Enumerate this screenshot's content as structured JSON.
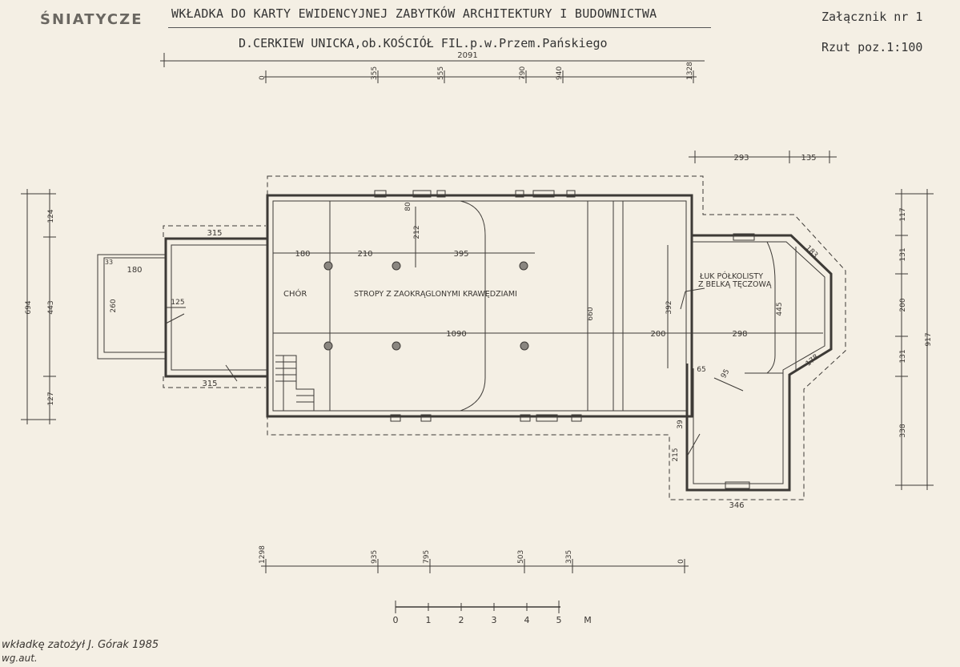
{
  "header": {
    "stamp": "ŚNIATYCZE",
    "title": "WKŁADKA DO KARTY EWIDENCYJNEJ ZABYTKÓW ARCHITEKTURY I BUDOWNICTWA",
    "subtitle": "D.CERKIEW UNICKA,ob.KOŚCIÓŁ FIL.p.w.Przem.Pańskiego",
    "attachment": "Załącznik nr 1",
    "scale_label": "Rzut poz.1:100"
  },
  "labels": {
    "choir": "CHÓR",
    "ceilings": "STROPY Z ZAOKRĄGLONYMI KRAWĘDZIAMI",
    "arch_1": "ŁUK PÓŁKOLISTY",
    "arch_2": "Z BELKĄ TĘCZOWĄ"
  },
  "dimensions": {
    "top_total": "2091",
    "top_ticks": [
      "0",
      "355",
      "555",
      "790",
      "940",
      "1328"
    ],
    "bottom_ticks": [
      "1298",
      "935",
      "795",
      "503",
      "335",
      "0"
    ],
    "right_upper": [
      "293",
      "135"
    ],
    "left_vertical": [
      "124",
      "443",
      "127"
    ],
    "left_total": "694",
    "right_vertical": [
      "117",
      "131",
      "200",
      "131",
      "338"
    ],
    "right_total": "917",
    "interior": {
      "d180": "180",
      "d210": "210",
      "d395": "395",
      "d212": "212",
      "d80": "80",
      "d1090": "1090",
      "d660": "660",
      "d200": "200",
      "d298": "298",
      "d392": "392",
      "d445": "445",
      "d183": "183",
      "d178": "178",
      "d65": "65",
      "d95": "95",
      "d39": "39",
      "d215": "215",
      "d346": "346"
    },
    "porch": {
      "p315a": "315",
      "p315b": "315",
      "p180": "180",
      "p260": "260",
      "p125": "125",
      "p33": "33"
    }
  },
  "scale_bar": {
    "ticks": [
      "0",
      "1",
      "2",
      "3",
      "4",
      "5"
    ],
    "unit": "M"
  },
  "signature": {
    "line1": "wkładkę zatożył J. Górak 1985",
    "line2": "wg.aut."
  }
}
